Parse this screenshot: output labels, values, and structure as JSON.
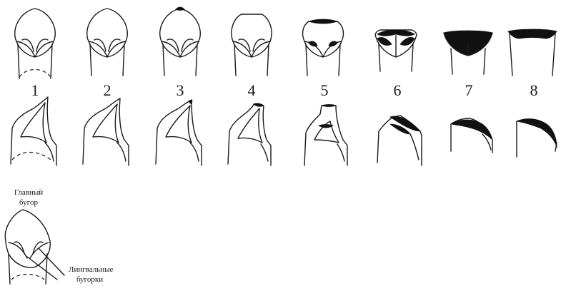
{
  "stages": [
    {
      "number": "1",
      "wear": 0
    },
    {
      "number": "2",
      "wear": 1
    },
    {
      "number": "3",
      "wear": 2
    },
    {
      "number": "4",
      "wear": 3
    },
    {
      "number": "5",
      "wear": 4
    },
    {
      "number": "6",
      "wear": 5
    },
    {
      "number": "7",
      "wear": 6
    },
    {
      "number": "8",
      "wear": 7
    }
  ],
  "annotations": {
    "main_cusp": [
      "Главный",
      "бугор"
    ],
    "lingual_cusps": [
      "Лингвальные",
      "бугорки"
    ]
  },
  "colors": {
    "line": "#1a1a1a",
    "worn_surface": "#111111",
    "background": "#ffffff"
  }
}
